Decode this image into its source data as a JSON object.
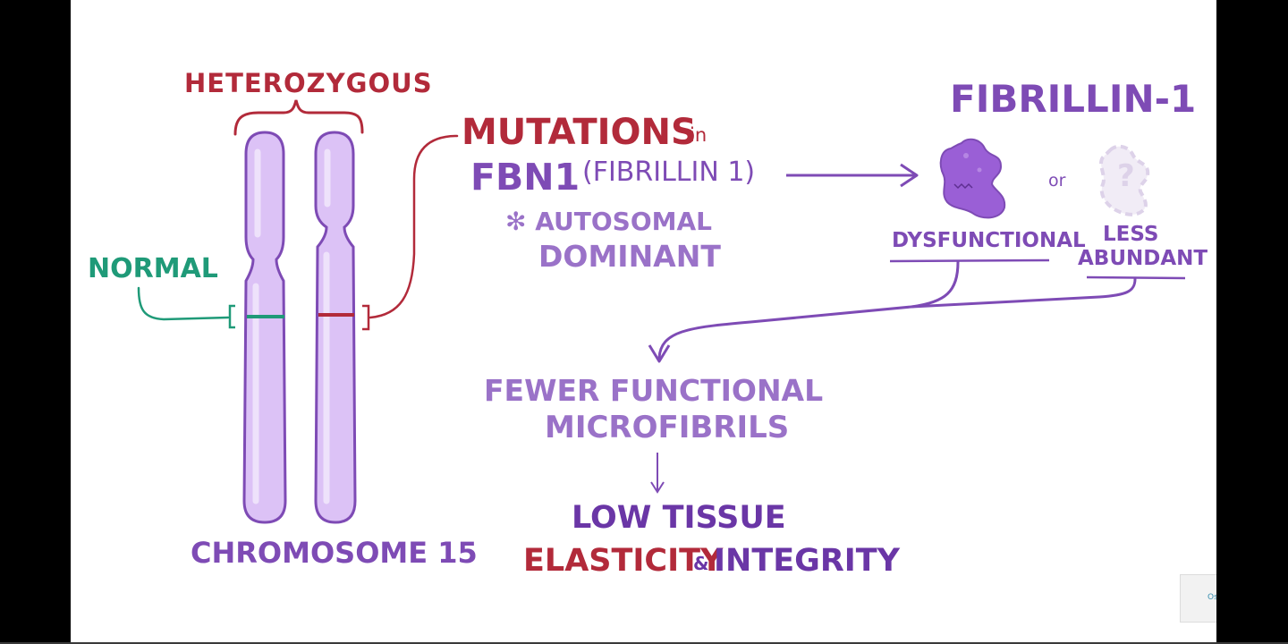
{
  "labels": {
    "heterozygous": "HETEROZYGOUS",
    "normal": "NORMAL",
    "chromosome": "CHROMOSOME 15",
    "mutations": "MUTATIONS",
    "in": "in",
    "fbn1": "FBN1",
    "fbn1_paren": "(FIBRILLIN 1)",
    "autosomal": "✻ AUTOSOMAL",
    "dominant": "DOMINANT",
    "fibrillin": "FIBRILLIN-1",
    "or": "or",
    "dysfunctional": "DYSFUNCTIONAL",
    "less": "LESS",
    "abundant": "ABUNDANT",
    "question": "?",
    "fewer_line1": "FEWER FUNCTIONAL",
    "fewer_line2": "MICROFIBRILS",
    "low_tissue": "LOW TISSUE",
    "elasticity": "ELASTICITY",
    "amp": "&",
    "integrity": "INTEGRITY",
    "watermark": "Osmosis"
  },
  "colors": {
    "red": "#b22a3a",
    "purple": "#7e4bb5",
    "light_purple": "#9a72c8",
    "green": "#1f9a78",
    "chromosome_fill": "#dcc2f6",
    "chromosome_outline": "#7e4bb5",
    "protein_fill": "#9a5fd6"
  },
  "icons": {
    "dysfunctional_protein": "misfolded-protein-icon",
    "missing_protein": "question-protein-icon"
  }
}
